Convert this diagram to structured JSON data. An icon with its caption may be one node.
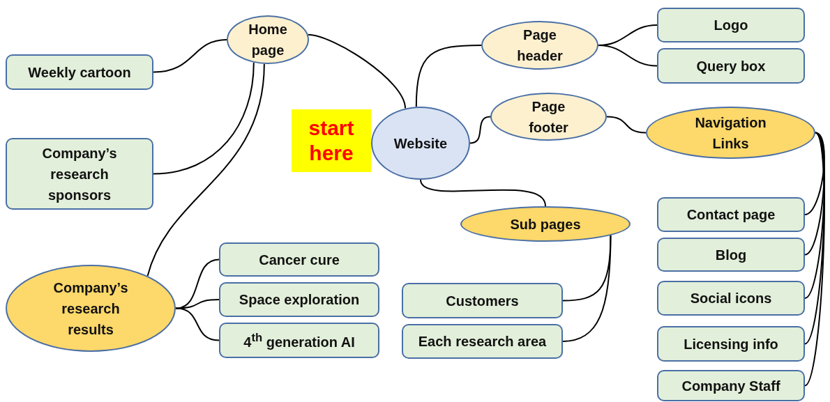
{
  "diagram": {
    "nodes": [
      {
        "text": [
          "Home page"
        ]
      },
      {
        "text": [
          "Weekly cartoon"
        ]
      },
      {
        "text": [
          "Company’s research sponsors"
        ]
      },
      {
        "text": [
          "Company’s research results"
        ]
      },
      {
        "text": [
          "Cancer cure"
        ]
      },
      {
        "text": [
          "Space exploration"
        ]
      },
      {
        "text": [
          "4$^{th}$ generation AI"
        ]
      },
      {
        "text": [
          "start here"
        ]
      },
      {
        "text": [
          "Website"
        ]
      },
      {
        "text": [
          "Page header"
        ]
      },
      {
        "text": [
          "Logo"
        ]
      },
      {
        "text": [
          "Query box"
        ]
      },
      {
        "text": [
          "Page footer"
        ]
      },
      {
        "text": [
          "Navigation Links"
        ]
      },
      {
        "text": [
          "Sub pages"
        ]
      },
      {
        "text": [
          "Customers"
        ]
      },
      {
        "text": [
          "Each research area"
        ]
      },
      {
        "text": [
          "Contact page"
        ]
      },
      {
        "text": [
          "Blog"
        ]
      },
      {
        "text": [
          "Social icons"
        ]
      },
      {
        "text": [
          "Licensing info"
        ]
      },
      {
        "text": [
          "Company Staff"
        ]
      }
    ],
    "edges": [
      {
        "from": 8,
        "to": 0,
        "arrow": "none"
      },
      {
        "from": 0,
        "to": 1,
        "arrow": "none"
      },
      {
        "from": 0,
        "to": 2,
        "arrow": "none"
      },
      {
        "from": 0,
        "to": 3,
        "arrow": "none"
      },
      {
        "from": 3,
        "to": 4,
        "arrow": "none"
      },
      {
        "from": 3,
        "to": 5,
        "arrow": "none"
      },
      {
        "from": 3,
        "to": 6,
        "arrow": "none"
      },
      {
        "from": 8,
        "to": 9,
        "arrow": "none"
      },
      {
        "from": 9,
        "to": 10,
        "arrow": "none"
      },
      {
        "from": 9,
        "to": 11,
        "arrow": "none"
      },
      {
        "from": 8,
        "to": 12,
        "arrow": "none"
      },
      {
        "from": 12,
        "to": 13,
        "arrow": "none"
      },
      {
        "from": 13,
        "to": 17,
        "arrow": "none"
      },
      {
        "from": 13,
        "to": 18,
        "arrow": "none"
      },
      {
        "from": 13,
        "to": 19,
        "arrow": "none"
      },
      {
        "from": 13,
        "to": 20,
        "arrow": "none"
      },
      {
        "from": 13,
        "to": 21,
        "arrow": "none"
      },
      {
        "from": 8,
        "to": 14,
        "arrow": "none"
      },
      {
        "from": 14,
        "to": 15,
        "arrow": "none"
      },
      {
        "from": 14,
        "to": 16,
        "arrow": "none"
      }
    ]
  }
}
